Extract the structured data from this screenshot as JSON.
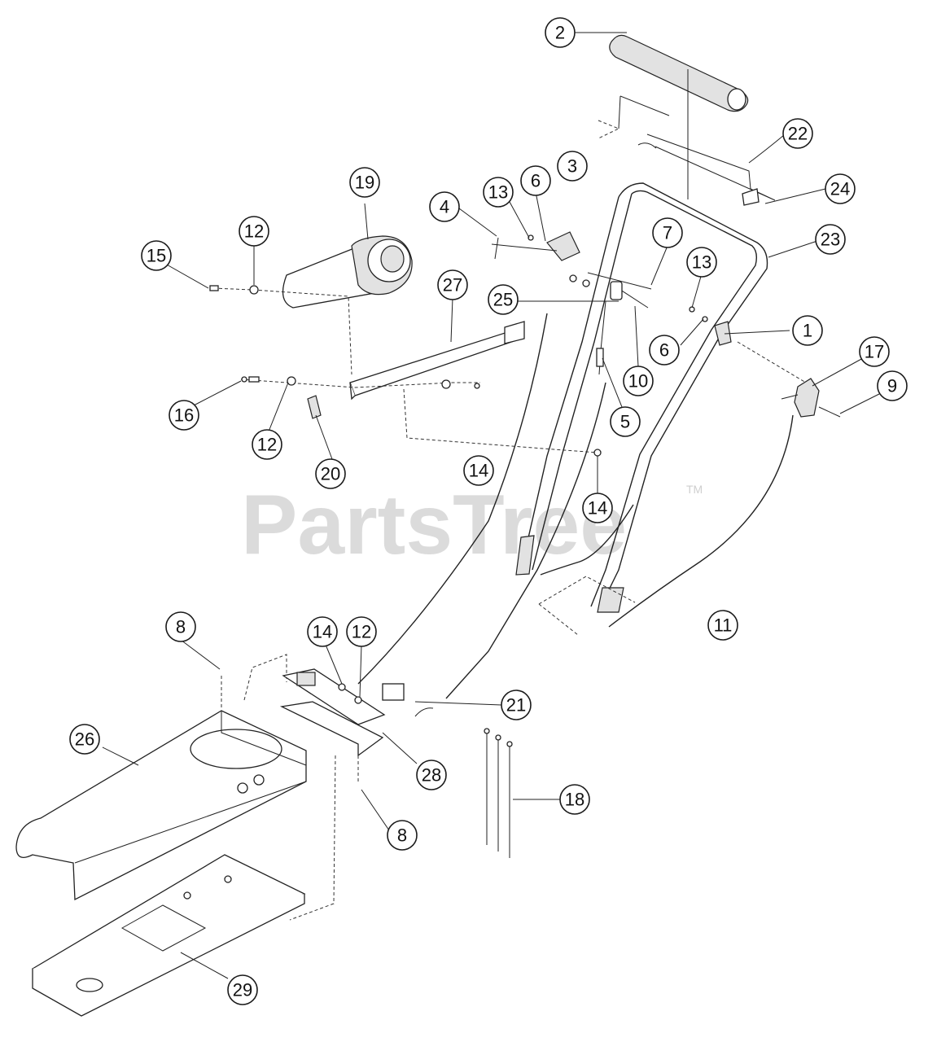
{
  "watermark": {
    "text": "PartsTree",
    "trademark": "TM"
  },
  "callouts": [
    "2",
    "22",
    "3",
    "6",
    "13",
    "24",
    "19",
    "4",
    "23",
    "12",
    "7",
    "15",
    "13",
    "27",
    "25",
    "1",
    "6",
    "17",
    "10",
    "9",
    "16",
    "5",
    "12",
    "20",
    "14",
    "14",
    "11",
    "8",
    "14",
    "12",
    "21",
    "26",
    "28",
    "18",
    "8",
    "29"
  ]
}
